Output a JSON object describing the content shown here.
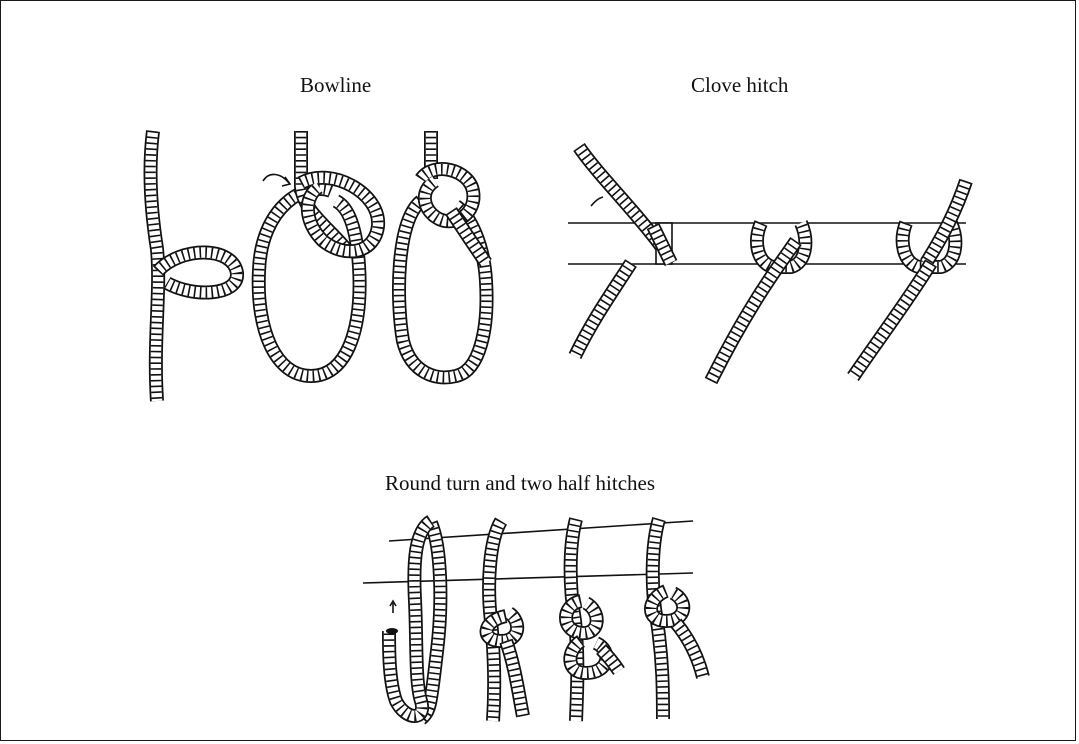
{
  "labels": {
    "bowline": "Bowline",
    "clove_hitch": "Clove hitch",
    "round_turn": "Round turn and two half hitches"
  },
  "figures": [
    {
      "knot": "bowline",
      "steps": 3
    },
    {
      "knot": "clove_hitch",
      "steps": 3
    },
    {
      "knot": "round_turn_and_two_half_hitches",
      "steps": 4
    }
  ],
  "colors": {
    "ink": "#111111",
    "paper": "#ffffff"
  }
}
